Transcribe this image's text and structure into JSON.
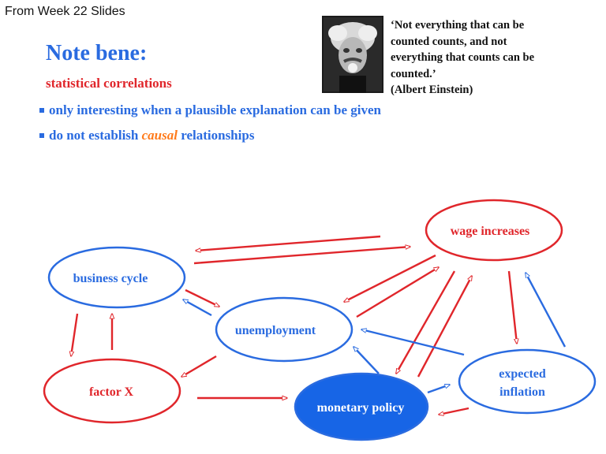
{
  "slide": {
    "header_note": "From Week 22 Slides",
    "title": "Note bene:",
    "subtitle": "statistical correlations",
    "bullets": {
      "b1": "only interesting when a plausible explanation can be given",
      "b2_pre": "do not establish ",
      "b2_em": "causal",
      "b2_post": " relationships"
    },
    "quote": "‘Not everything that can be\ncounted counts, and not\neverything that counts can be\ncounted.’\n(Albert Einstein)",
    "portrait_icon": "einstein-portrait"
  },
  "diagram": {
    "nodes": {
      "business_cycle": "business cycle",
      "unemployment": "unemployment",
      "wage_increases": "wage increases",
      "factor_x": "factor X",
      "monetary_policy": "monetary policy",
      "expected_inflation_line1": "expected",
      "expected_inflation_line2": "inflation"
    }
  },
  "colors": {
    "blue": "#2a6be0",
    "red": "#e0262b",
    "orange": "#ff7a1a",
    "fill_blue": "#1765e6"
  }
}
